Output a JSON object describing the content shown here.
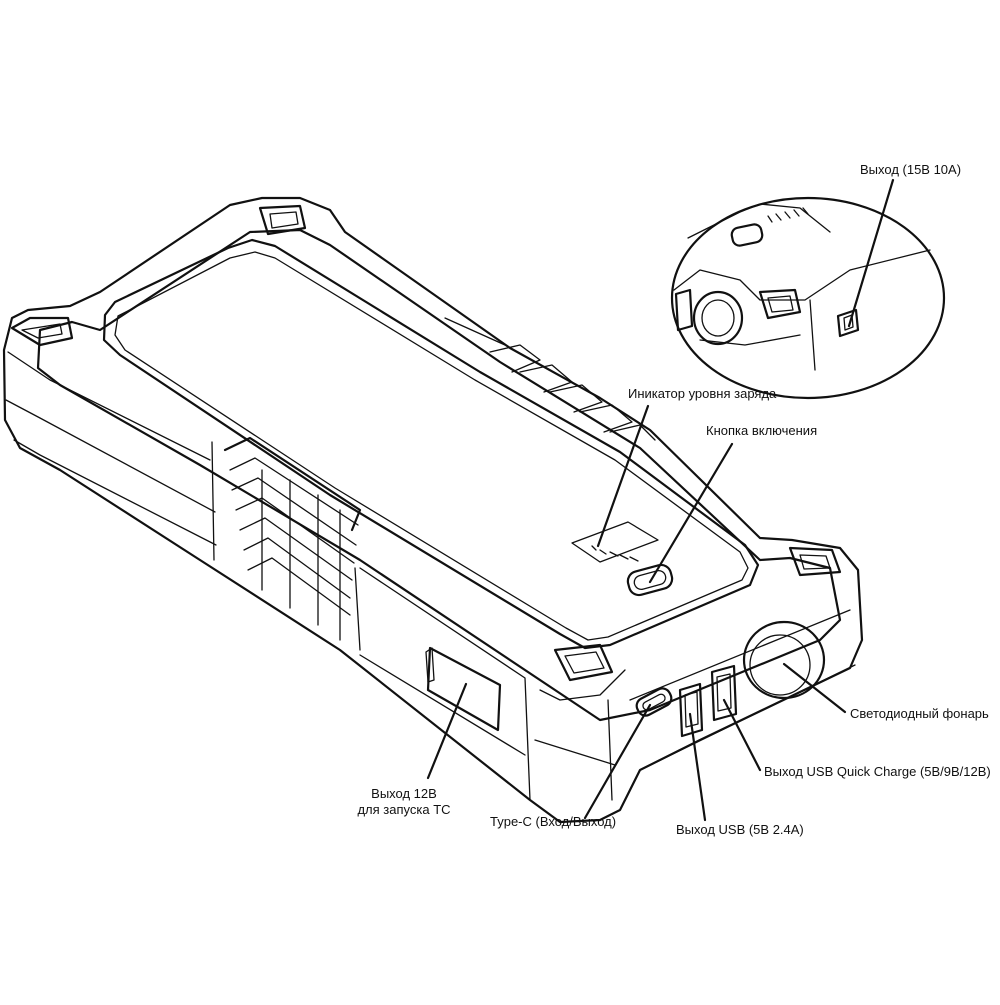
{
  "callouts": {
    "output_15v": "Выход (15В 10А)",
    "charge_indicator": "Иникатор уровня заряда",
    "power_button": "Кнопка включения",
    "led_flashlight": "Светодиодный фонарь",
    "usb_quick_charge": "Выход USB Quick Charge (5В/9В/12В)",
    "usb_output": "Выход USB (5В 2.4А)",
    "type_c": "Type-C (Вход/Выход)",
    "output_12v_line1": "Выход 12В",
    "output_12v_line2": "для запуска ТС"
  }
}
